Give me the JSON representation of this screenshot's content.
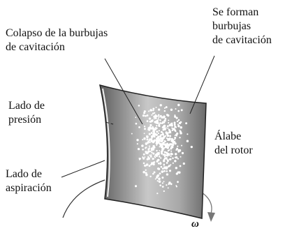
{
  "labels": {
    "colapso_line1": "Colapso de la burbujas",
    "colapso_line2": "de cavitación",
    "forman_line1": "Se forman",
    "forman_line2": "burbujas",
    "forman_line3": "de cavitación",
    "presion_line1": "Lado de",
    "presion_line2": "presión",
    "alabe_line1": "Álabe",
    "alabe_line2": "del rotor",
    "aspiracion_line1": "Lado de",
    "aspiracion_line2": "aspiración",
    "omega": "ω"
  },
  "colors": {
    "blade_dark": "#5a5a5a",
    "blade_light": "#d4d4d4",
    "bubbles": "#ffffff",
    "lines": "#222222",
    "rotation_arrow": "#777777"
  }
}
